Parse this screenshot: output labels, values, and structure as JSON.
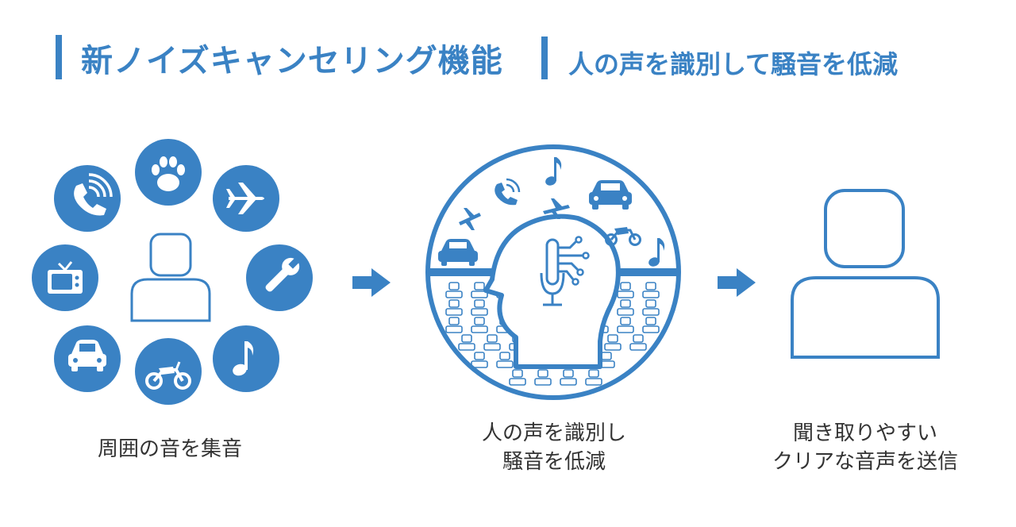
{
  "header": {
    "title": "新ノイズキャンセリング機能",
    "subtitle": "人の声を識別して騒音を低減"
  },
  "captions": {
    "step1": "周囲の音を集音",
    "step2_line1": "人の声を識別し",
    "step2_line2": "騒音を低減",
    "step3_line1": "聞き取りやすい",
    "step3_line2": "クリアな音声を送信"
  },
  "colors": {
    "accent": "#3a82c4",
    "text": "#333333"
  },
  "icons": [
    "phone-icon",
    "paw-icon",
    "airplane-icon",
    "tv-icon",
    "wrench-icon",
    "car-icon",
    "motorcycle-icon",
    "music-note-icon"
  ]
}
